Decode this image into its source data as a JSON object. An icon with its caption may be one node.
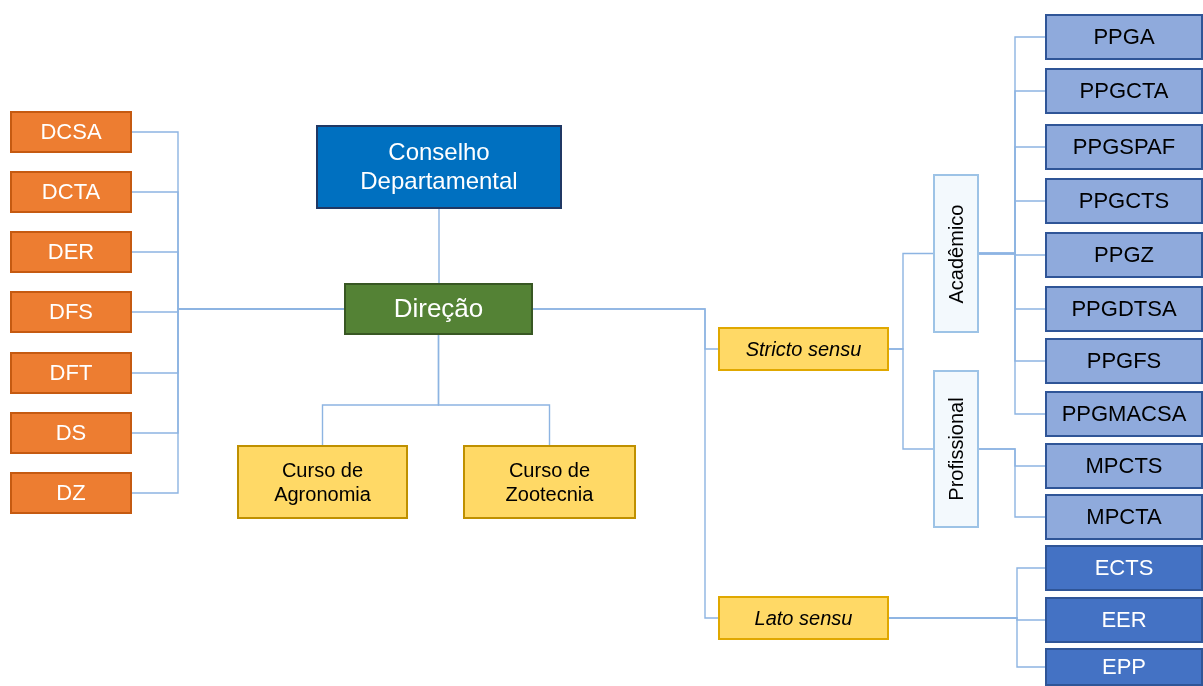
{
  "diagram": {
    "nodes": [
      {
        "text": [
          "Conselho Departamental"
        ]
      },
      {
        "text": [
          "Direção"
        ]
      },
      {
        "text": [
          "DCSA"
        ]
      },
      {
        "text": [
          "DCTA"
        ]
      },
      {
        "text": [
          "DER"
        ]
      },
      {
        "text": [
          "DFS"
        ]
      },
      {
        "text": [
          "DFT"
        ]
      },
      {
        "text": [
          "DS"
        ]
      },
      {
        "text": [
          "DZ"
        ]
      },
      {
        "text": [
          "Curso de Agronomia"
        ]
      },
      {
        "text": [
          "Curso de Zootecnia"
        ]
      },
      {
        "text": [
          "Stricto sensu"
        ]
      },
      {
        "text": [
          "Lato sensu"
        ]
      },
      {
        "text": [
          "Acadêmico"
        ]
      },
      {
        "text": [
          "Profissional"
        ]
      },
      {
        "text": [
          "PPGA"
        ]
      },
      {
        "text": [
          "PPGCTA"
        ]
      },
      {
        "text": [
          "PPGSPAF"
        ]
      },
      {
        "text": [
          "PPGCTS"
        ]
      },
      {
        "text": [
          "PPGZ"
        ]
      },
      {
        "text": [
          "PPGDTSA"
        ]
      },
      {
        "text": [
          "PPGFS"
        ]
      },
      {
        "text": [
          "PPGMACSA"
        ]
      },
      {
        "text": [
          "MPCTS"
        ]
      },
      {
        "text": [
          "MPCTA"
        ]
      },
      {
        "text": [
          "ECTS"
        ]
      },
      {
        "text": [
          "EER"
        ]
      },
      {
        "text": [
          "EPP"
        ]
      }
    ],
    "edges": [
      {
        "from": 0,
        "to": 1,
        "arrow": "none"
      },
      {
        "from": 1,
        "to": 2,
        "arrow": "none"
      },
      {
        "from": 1,
        "to": 3,
        "arrow": "none"
      },
      {
        "from": 1,
        "to": 4,
        "arrow": "none"
      },
      {
        "from": 1,
        "to": 5,
        "arrow": "none"
      },
      {
        "from": 1,
        "to": 6,
        "arrow": "none"
      },
      {
        "from": 1,
        "to": 7,
        "arrow": "none"
      },
      {
        "from": 1,
        "to": 8,
        "arrow": "none"
      },
      {
        "from": 1,
        "to": 9,
        "arrow": "none"
      },
      {
        "from": 1,
        "to": 10,
        "arrow": "none"
      },
      {
        "from": 1,
        "to": 11,
        "arrow": "none"
      },
      {
        "from": 1,
        "to": 12,
        "arrow": "none"
      },
      {
        "from": 11,
        "to": 13,
        "arrow": "none"
      },
      {
        "from": 11,
        "to": 14,
        "arrow": "none"
      },
      {
        "from": 13,
        "to": 15,
        "arrow": "none"
      },
      {
        "from": 13,
        "to": 16,
        "arrow": "none"
      },
      {
        "from": 13,
        "to": 17,
        "arrow": "none"
      },
      {
        "from": 13,
        "to": 18,
        "arrow": "none"
      },
      {
        "from": 13,
        "to": 19,
        "arrow": "none"
      },
      {
        "from": 13,
        "to": 20,
        "arrow": "none"
      },
      {
        "from": 13,
        "to": 21,
        "arrow": "none"
      },
      {
        "from": 13,
        "to": 22,
        "arrow": "none"
      },
      {
        "from": 14,
        "to": 23,
        "arrow": "none"
      },
      {
        "from": 14,
        "to": 24,
        "arrow": "none"
      },
      {
        "from": 12,
        "to": 25,
        "arrow": "none"
      },
      {
        "from": 12,
        "to": 26,
        "arrow": "none"
      },
      {
        "from": 12,
        "to": 27,
        "arrow": "none"
      }
    ]
  }
}
